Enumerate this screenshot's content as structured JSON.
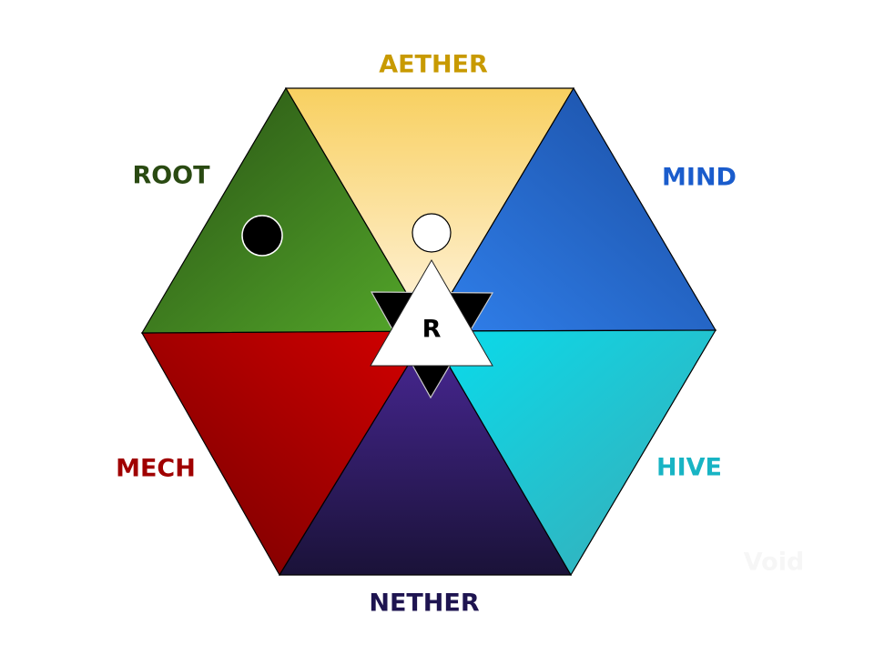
{
  "board": {
    "center_letter": "R",
    "sectors": [
      {
        "id": "aether",
        "label": "AETHER",
        "color": "#c89a00"
      },
      {
        "id": "mind",
        "label": "MIND",
        "color": "#1a5ccc"
      },
      {
        "id": "hive",
        "label": "HIVE",
        "color": "#18b4c4"
      },
      {
        "id": "nether",
        "label": "NETHER",
        "color": "#1e1450"
      },
      {
        "id": "mech",
        "label": "MECH",
        "color": "#a00000"
      },
      {
        "id": "root",
        "label": "ROOT",
        "color": "#2a4a12"
      }
    ],
    "tokens": [
      {
        "color": "black",
        "sector": "root"
      },
      {
        "color": "white",
        "sector": "aether"
      }
    ],
    "hidden_label": "Void"
  }
}
